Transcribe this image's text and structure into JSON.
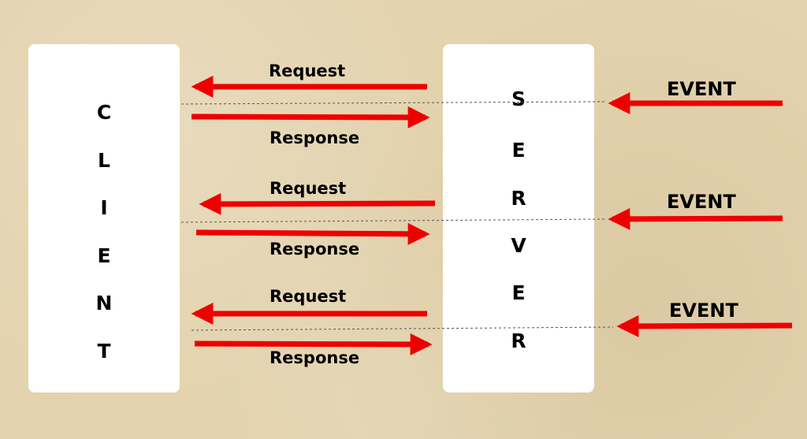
{
  "client": {
    "title": "CLIENT",
    "letters": [
      "C",
      "L",
      "I",
      "E",
      "N",
      "T"
    ]
  },
  "server": {
    "title": "SERVER",
    "letters": [
      "S",
      "E",
      "R",
      "V",
      "E",
      "R"
    ]
  },
  "exchanges": [
    {
      "request_label": "Request",
      "response_label": "Response",
      "event_label": "EVENT"
    },
    {
      "request_label": "Request",
      "response_label": "Response",
      "event_label": "EVENT"
    },
    {
      "request_label": "Request",
      "response_label": "Response",
      "event_label": "EVENT"
    }
  ],
  "colors": {
    "background": "#e3d3ae",
    "panel": "#ffffff",
    "arrow": "#ee0000",
    "dashed_line": "#555555",
    "text": "#000000"
  }
}
